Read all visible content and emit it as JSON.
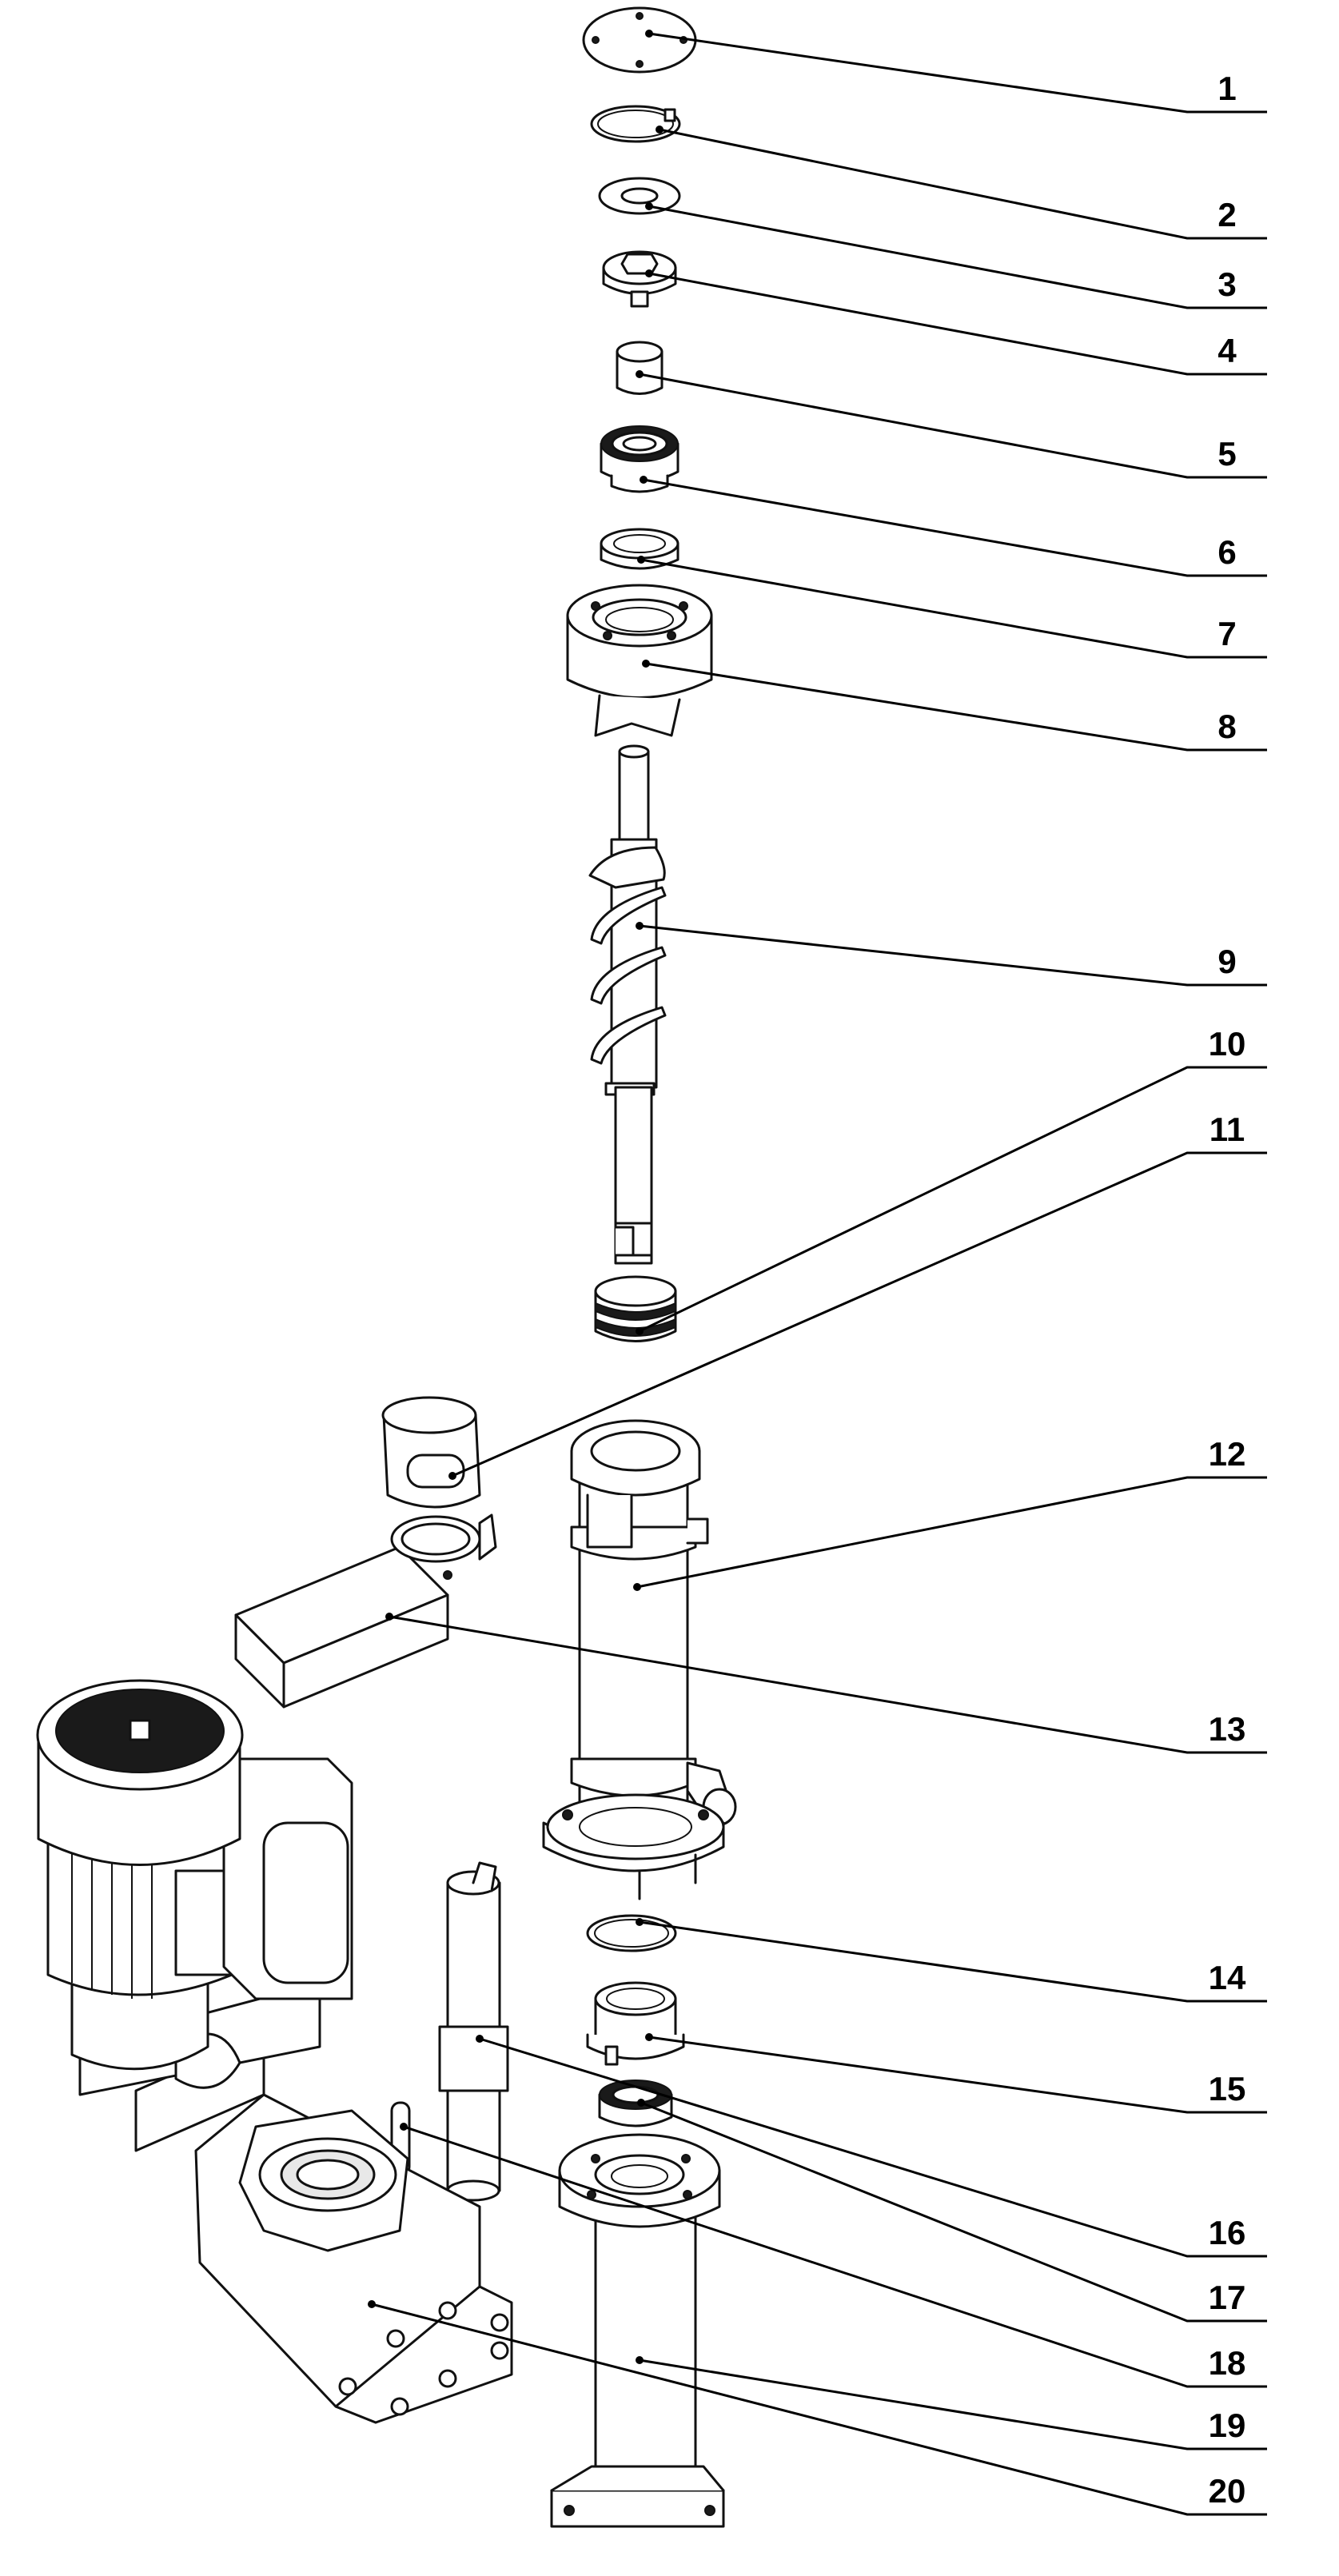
{
  "diagram": {
    "type": "exploded-parts-view",
    "callouts": [
      {
        "id": "1",
        "label": "1"
      },
      {
        "id": "2",
        "label": "2"
      },
      {
        "id": "3",
        "label": "3"
      },
      {
        "id": "4",
        "label": "4"
      },
      {
        "id": "5",
        "label": "5"
      },
      {
        "id": "6",
        "label": "6"
      },
      {
        "id": "7",
        "label": "7"
      },
      {
        "id": "8",
        "label": "8"
      },
      {
        "id": "9",
        "label": "9"
      },
      {
        "id": "10",
        "label": "10"
      },
      {
        "id": "11",
        "label": "11"
      },
      {
        "id": "12",
        "label": "12"
      },
      {
        "id": "13",
        "label": "13"
      },
      {
        "id": "14",
        "label": "14"
      },
      {
        "id": "15",
        "label": "15"
      },
      {
        "id": "16",
        "label": "16"
      },
      {
        "id": "17",
        "label": "17"
      },
      {
        "id": "18",
        "label": "18"
      },
      {
        "id": "19",
        "label": "19"
      },
      {
        "id": "20",
        "label": "20"
      }
    ],
    "parts": [
      {
        "callout": "1",
        "icon": "cover-plate-icon"
      },
      {
        "callout": "2",
        "icon": "circlip-icon"
      },
      {
        "callout": "3",
        "icon": "washer-icon"
      },
      {
        "callout": "4",
        "icon": "bolt-head-icon"
      },
      {
        "callout": "5",
        "icon": "bushing-icon"
      },
      {
        "callout": "6",
        "icon": "bearing-icon"
      },
      {
        "callout": "7",
        "icon": "seal-ring-icon"
      },
      {
        "callout": "8",
        "icon": "housing-icon"
      },
      {
        "callout": "9",
        "icon": "auger-shaft-icon"
      },
      {
        "callout": "10",
        "icon": "mechanical-seal-icon"
      },
      {
        "callout": "11",
        "icon": "sleeve-icon"
      },
      {
        "callout": "12",
        "icon": "auger-tube-icon"
      },
      {
        "callout": "13",
        "icon": "chute-bracket-icon"
      },
      {
        "callout": "14",
        "icon": "o-ring-icon"
      },
      {
        "callout": "15",
        "icon": "flange-bushing-icon"
      },
      {
        "callout": "16",
        "icon": "drive-shaft-icon"
      },
      {
        "callout": "17",
        "icon": "bearing-icon"
      },
      {
        "callout": "18",
        "icon": "key-icon"
      },
      {
        "callout": "19",
        "icon": "base-column-icon"
      },
      {
        "callout": "20",
        "icon": "gear-motor-icon"
      }
    ]
  }
}
